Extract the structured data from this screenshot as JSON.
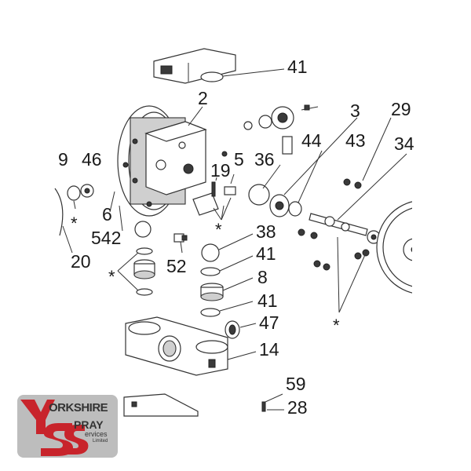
{
  "diagram": {
    "callouts": [
      "41",
      "2",
      "3",
      "29",
      "34",
      "9",
      "46",
      "44",
      "43",
      "5",
      "36",
      "19",
      "6",
      "542",
      "38",
      "20",
      "41",
      "52",
      "8",
      "41",
      "47",
      "14",
      "59",
      "28"
    ],
    "asterisk": "*"
  },
  "logo": {
    "line1": "ORKSHIRE",
    "line2": "PRAY",
    "line3": "ervices",
    "line4": "Limited",
    "colors": {
      "red": "#c8242b",
      "grey": "#bdbdbd"
    }
  }
}
